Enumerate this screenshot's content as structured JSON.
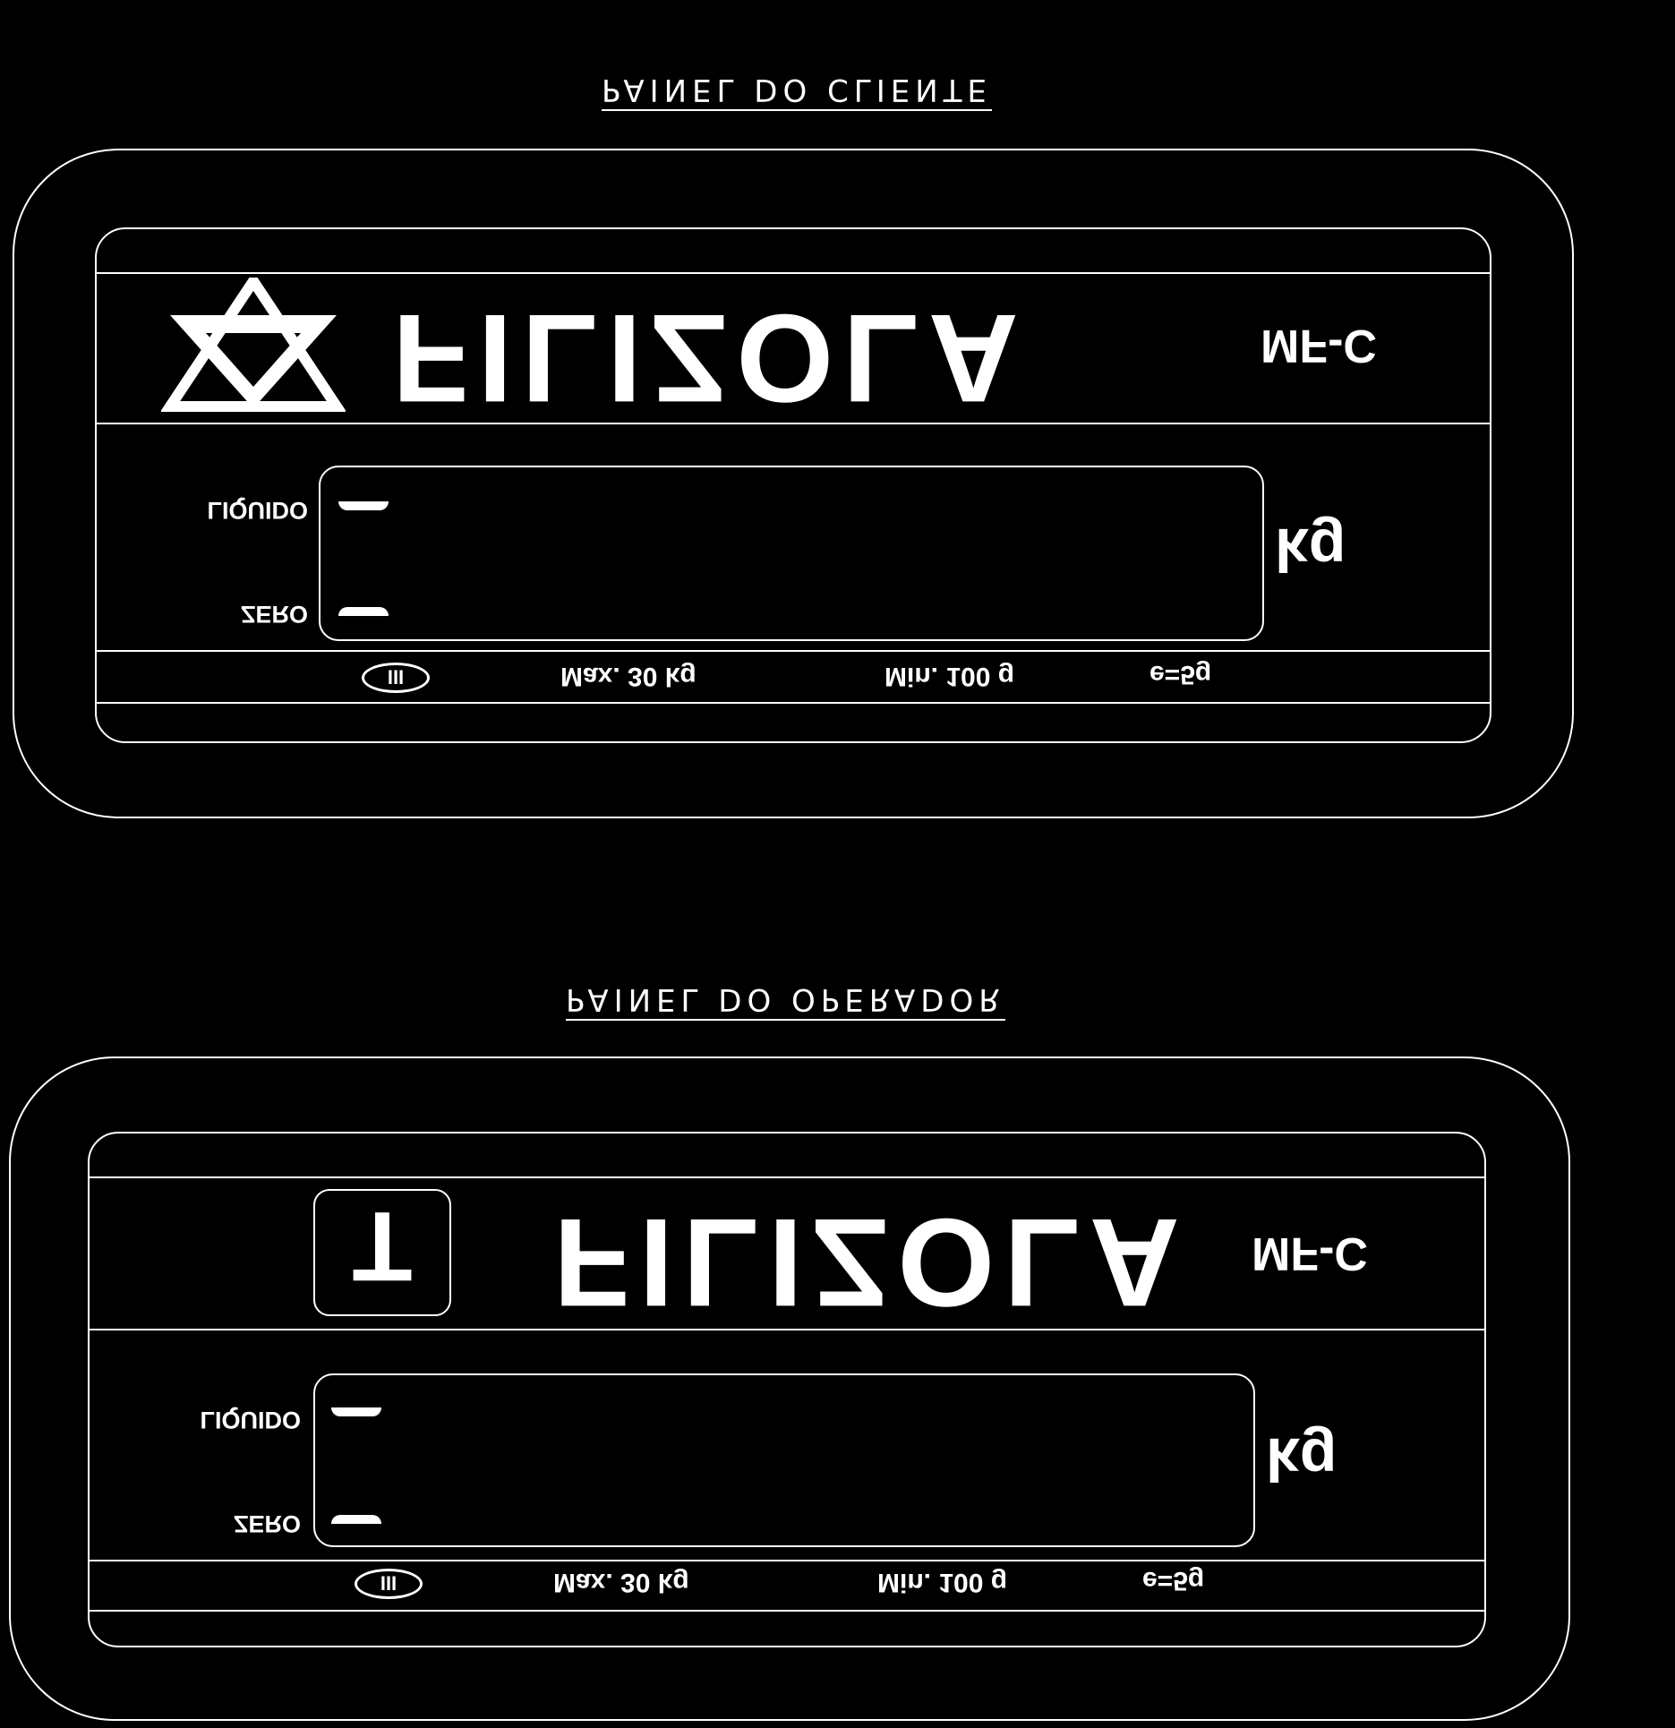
{
  "customer_panel": {
    "caption": "PAINEL DO CLIENTE",
    "brand": "FILIZOLA",
    "logo_icon": "filizola-triangle-logo",
    "model": "MF-C",
    "label_liquido": "LIQUIDO",
    "label_zero": "ZERO",
    "unit": "kg",
    "class_mark": "III",
    "max_capacity": "Max. 30 kg",
    "min_capacity": "Min. 100 g",
    "division": "e=5g"
  },
  "operator_panel": {
    "caption": "PAINEL DO OPERADOR",
    "brand": "FILIZOLA",
    "tare_key": "T",
    "model": "MF-C",
    "label_liquido": "LIQUIDO",
    "label_zero": "ZERO",
    "unit": "kg",
    "class_mark": "III",
    "max_capacity": "Max. 30 kg",
    "min_capacity": "Min. 100 g",
    "division": "e=5g"
  },
  "colors": {
    "background": "#000000",
    "ink": "#ffffff"
  }
}
